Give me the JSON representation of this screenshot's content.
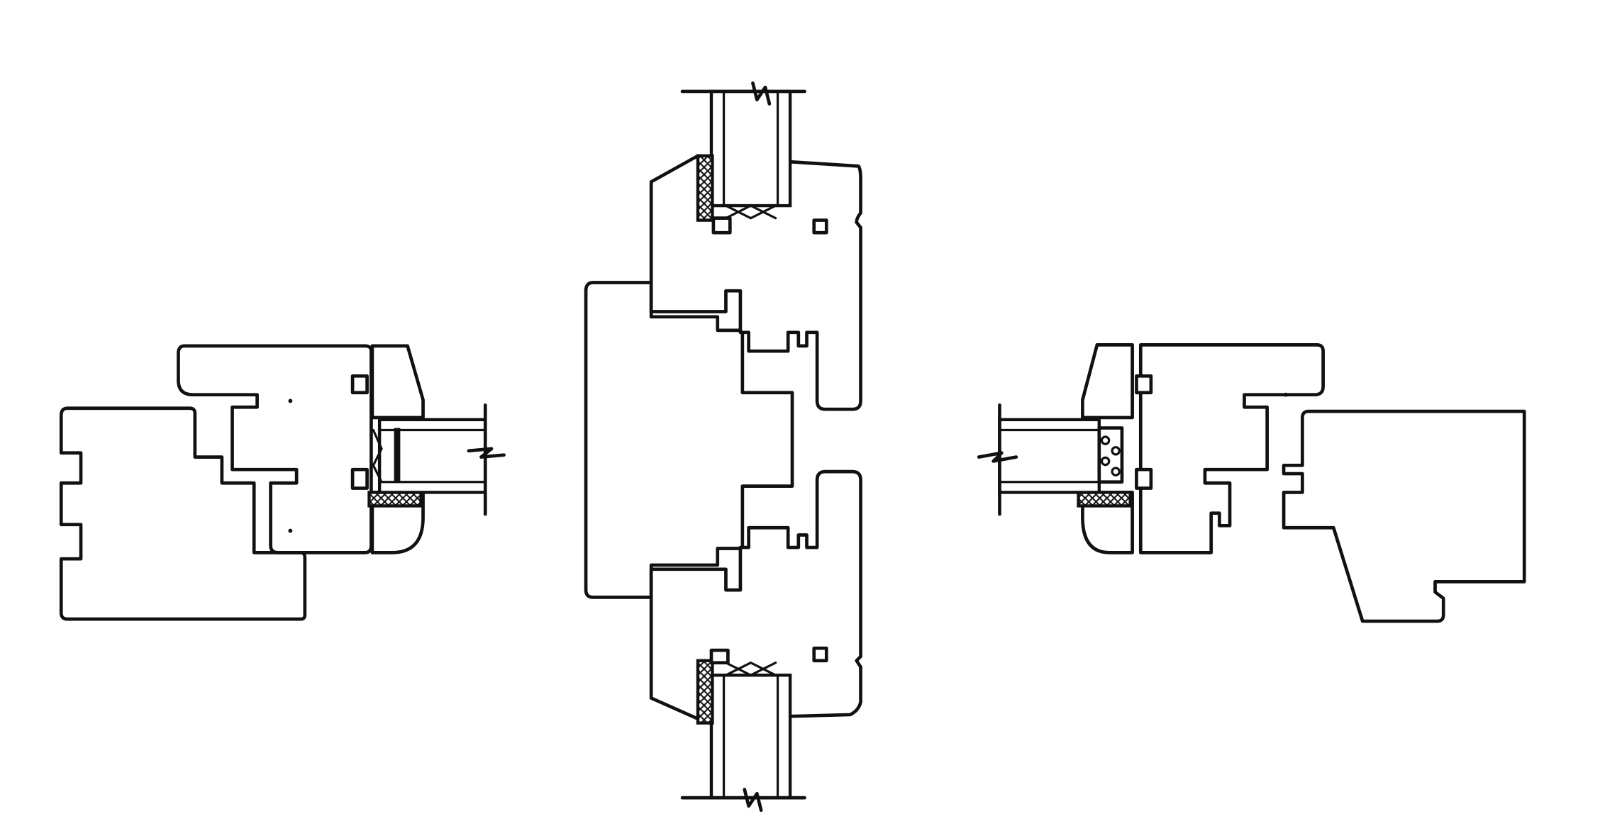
{
  "figure": {
    "stroke_color": "#111111",
    "background_color": "#ffffff",
    "sections": [
      {
        "id": "left-jamb"
      },
      {
        "id": "center-mullion"
      },
      {
        "id": "right-jamb"
      }
    ]
  }
}
